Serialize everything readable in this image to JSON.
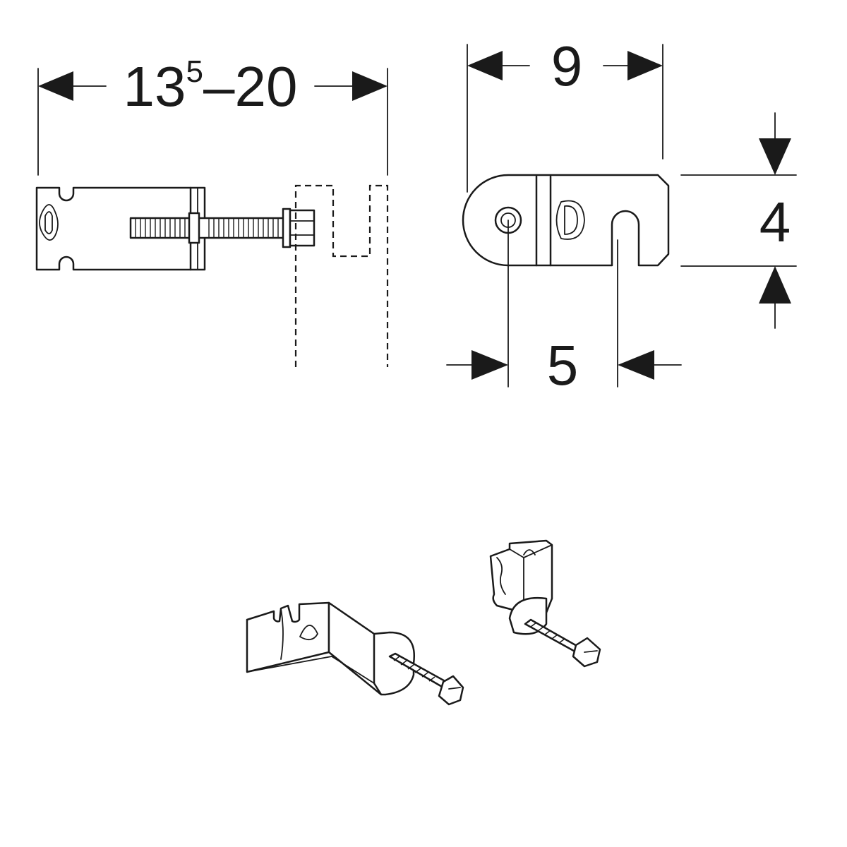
{
  "dimensions": {
    "span_main": "13",
    "span_sup": "5",
    "span_rest": "–20",
    "width_top": "9",
    "height_right": "4",
    "width_bottom": "5"
  },
  "colors": {
    "line": "#1a1a1a",
    "background": "#ffffff",
    "metal_shade": "#bdbdbd"
  }
}
